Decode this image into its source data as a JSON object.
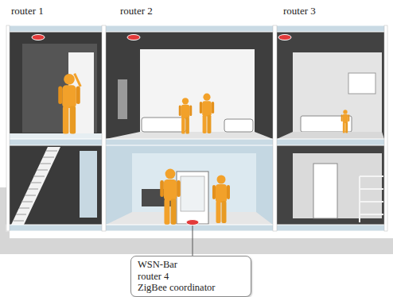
{
  "diagram": {
    "nodes": [
      {
        "text": [
          "WSN-Bar",
          "router 4",
          "ZigBee coordinator"
        ]
      }
    ],
    "labels": [
      "router 1",
      "router 2",
      "router 3"
    ]
  }
}
